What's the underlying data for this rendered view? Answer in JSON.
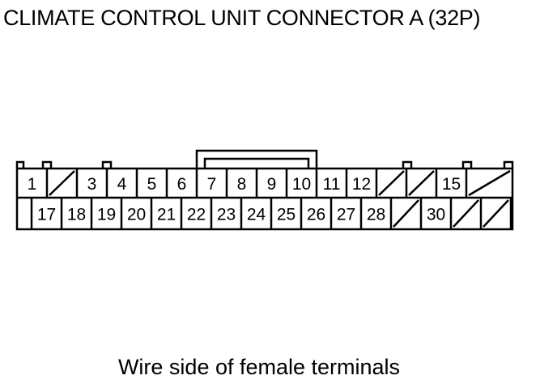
{
  "title": "CLIMATE CONTROL UNIT CONNECTOR A (32P)",
  "caption": "Wire side of female terminals",
  "connector": {
    "pin_count": 32,
    "rows": [
      [
        {
          "label": "1"
        },
        {
          "label": "",
          "unused": true
        },
        {
          "label": "3"
        },
        {
          "label": "4"
        },
        {
          "label": "5"
        },
        {
          "label": "6"
        },
        {
          "label": "7"
        },
        {
          "label": "8"
        },
        {
          "label": "9"
        },
        {
          "label": "10"
        },
        {
          "label": "11"
        },
        {
          "label": "12"
        },
        {
          "label": "",
          "unused": true
        },
        {
          "label": "",
          "unused": true
        },
        {
          "label": "15"
        },
        {
          "label": "",
          "unused": true
        }
      ],
      [
        {
          "label": "17"
        },
        {
          "label": "18"
        },
        {
          "label": "19"
        },
        {
          "label": "20"
        },
        {
          "label": "21"
        },
        {
          "label": "22"
        },
        {
          "label": "23"
        },
        {
          "label": "24"
        },
        {
          "label": "25"
        },
        {
          "label": "26"
        },
        {
          "label": "27"
        },
        {
          "label": "28"
        },
        {
          "label": "",
          "unused": true
        },
        {
          "label": "30"
        },
        {
          "label": "",
          "unused": true
        },
        {
          "label": "",
          "unused": true
        }
      ]
    ]
  }
}
